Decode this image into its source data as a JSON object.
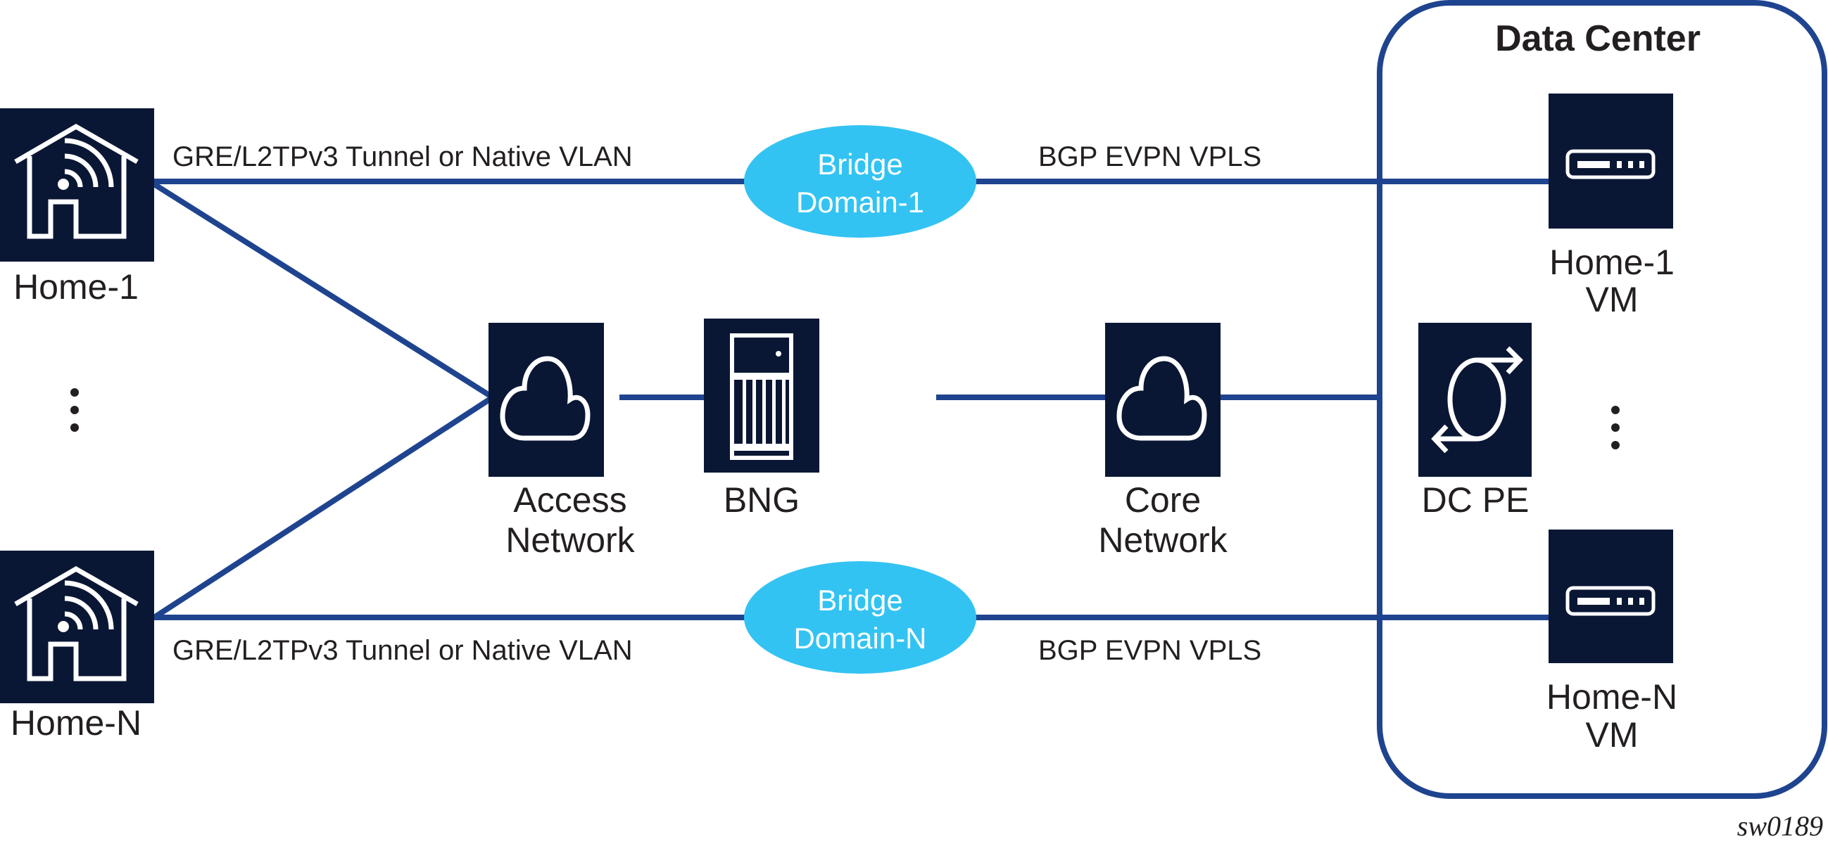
{
  "diagram": {
    "figure_id": "sw0189",
    "container": {
      "title": "Data Center"
    },
    "colors": {
      "node_fill": "#0a1734",
      "link": "#1f448f",
      "bridge_domain": "#33c3f2",
      "text": "#231f20",
      "icon": "#ffffff"
    },
    "nodes": {
      "home1": {
        "label": "Home-1",
        "icon": "home-wifi-icon"
      },
      "homeN": {
        "label": "Home-N",
        "icon": "home-wifi-icon"
      },
      "access": {
        "label_line1": "Access",
        "label_line2": "Network",
        "icon": "cloud-icon"
      },
      "bng": {
        "label": "BNG",
        "icon": "server-rack-icon"
      },
      "core": {
        "label_line1": "Core",
        "label_line2": "Network",
        "icon": "cloud-icon"
      },
      "dcpe": {
        "label": "DC PE",
        "icon": "router-arrows-icon"
      },
      "vm1": {
        "label_line1": "Home-1",
        "label_line2": "VM",
        "icon": "vm-device-icon"
      },
      "vmN": {
        "label_line1": "Home-N",
        "label_line2": "VM",
        "icon": "vm-device-icon"
      }
    },
    "bridge_domains": [
      {
        "line1": "Bridge",
        "line2": "Domain-1"
      },
      {
        "line1": "Bridge",
        "line2": "Domain-N"
      }
    ],
    "links": {
      "top_left": "GRE/L2TPv3 Tunnel or Native VLAN",
      "top_right": "BGP EVPN VPLS",
      "bottom_left": "GRE/L2TPv3 Tunnel or Native VLAN",
      "bottom_right": "BGP EVPN VPLS"
    },
    "ellipsis": "⋮"
  }
}
